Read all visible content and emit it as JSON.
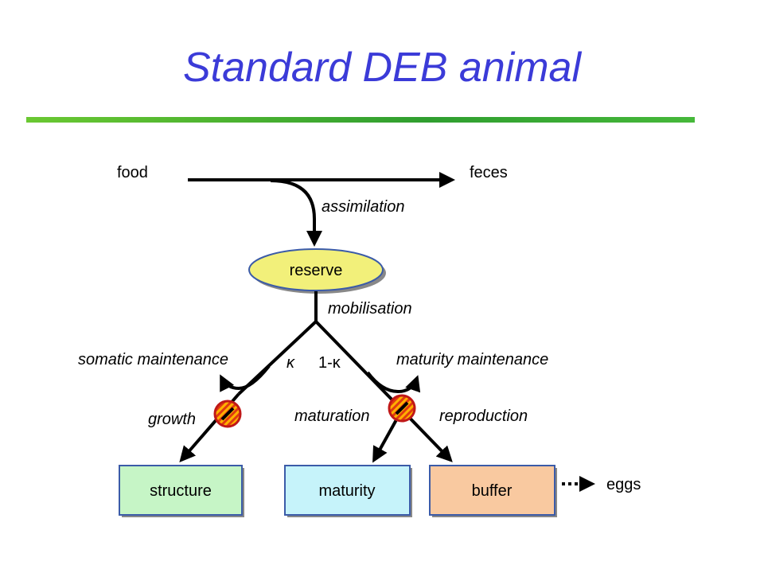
{
  "title": "Standard DEB animal",
  "labels": {
    "food": "food",
    "feces": "feces",
    "assimilation": "assimilation",
    "reserve": "reserve",
    "mobilisation": "mobilisation",
    "somatic_maintenance": "somatic maintenance",
    "kappa": "κ",
    "one_minus_kappa": "1-κ",
    "maturity_maintenance": "maturity maintenance",
    "growth": "growth",
    "maturation": "maturation",
    "reproduction": "reproduction",
    "structure": "structure",
    "maturity": "maturity",
    "buffer": "buffer",
    "eggs": "eggs"
  },
  "colors": {
    "title": "#3b3bd8",
    "reserve_fill": "#f2f07a",
    "structure_fill": "#c6f5c6",
    "maturity_fill": "#c6f3fa",
    "buffer_fill": "#f9c9a0",
    "valve_stripe_a": "#ff9900",
    "valve_stripe_b": "#cc2200"
  }
}
